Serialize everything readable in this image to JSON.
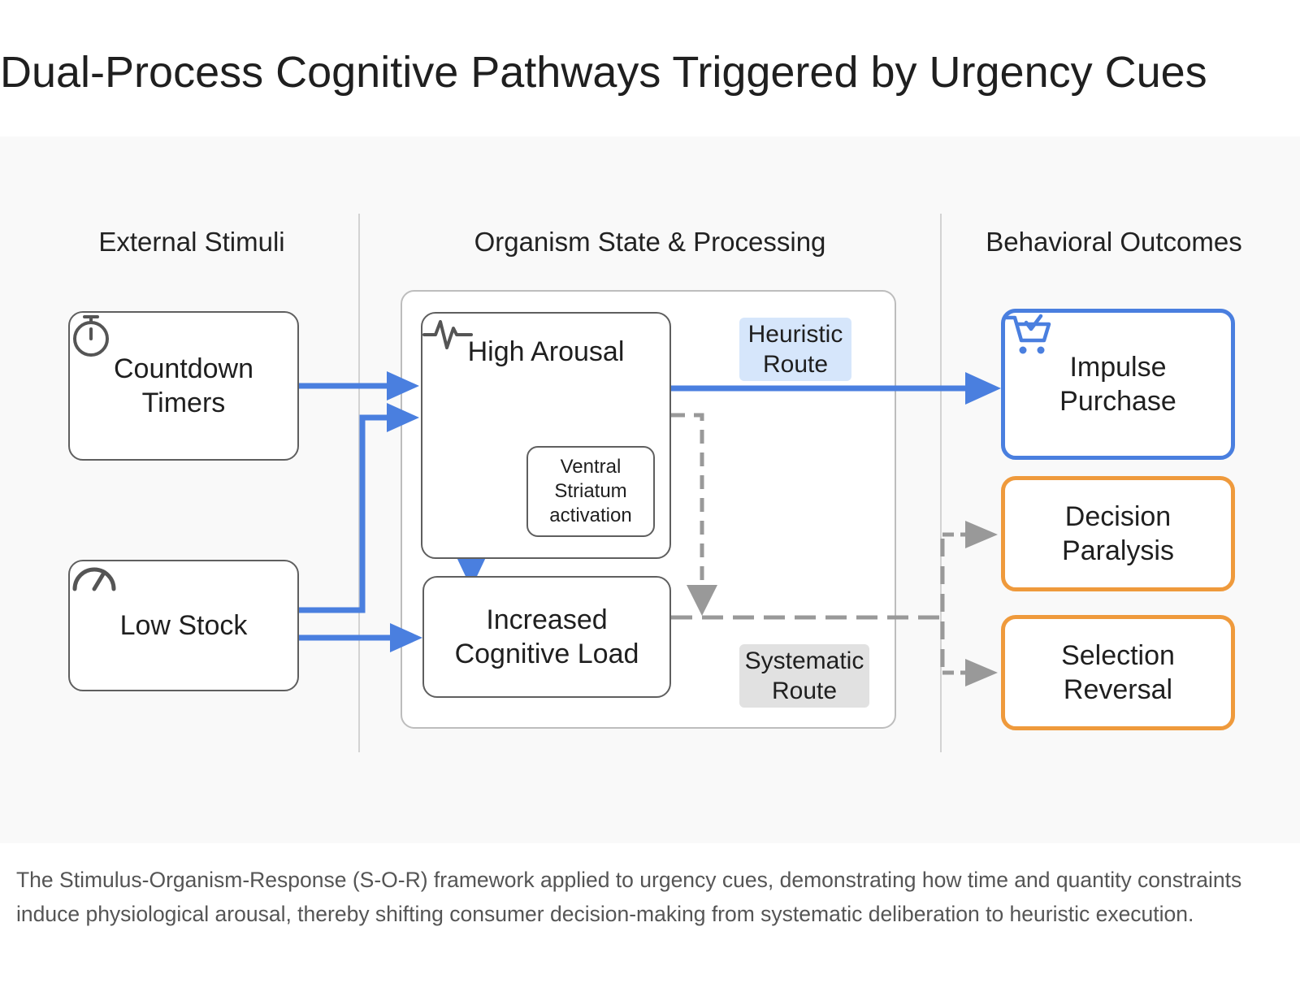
{
  "title": "Dual-Process Cognitive Pathways Triggered by Urgency Cues",
  "columns": {
    "stimuli": "External Stimuli",
    "organism": "Organism State & Processing",
    "outcomes": "Behavioral Outcomes"
  },
  "nodes": {
    "countdown": {
      "label": "Countdown\nTimers",
      "icon": "stopwatch-icon"
    },
    "low_stock": {
      "label": "Low Stock",
      "icon": "gauge-icon"
    },
    "arousal": {
      "label": "High Arousal",
      "icon": "pulse-icon"
    },
    "striatum": {
      "label": "Ventral\nStriatum\nactivation"
    },
    "cognitive_load": {
      "label": "Increased\nCognitive Load"
    },
    "impulse": {
      "label": "Impulse\nPurchase",
      "icon": "cart-check-icon"
    },
    "paralysis": {
      "label": "Decision\nParalysis"
    },
    "reversal": {
      "label": "Selection\nReversal"
    }
  },
  "routes": {
    "heuristic": "Heuristic\nRoute",
    "systematic": "Systematic\nRoute"
  },
  "colors": {
    "blue": "#4a7fdf",
    "orange": "#ef9a3c",
    "gray_arrow": "#999999",
    "heuristic_bg": "#d6e6fb",
    "systematic_bg": "#e1e1e1"
  },
  "caption": "The Stimulus-Organism-Response (S-O-R) framework applied to urgency cues, demonstrating how time and quantity constraints induce physiological arousal, thereby shifting consumer decision-making from systematic deliberation to heuristic execution."
}
